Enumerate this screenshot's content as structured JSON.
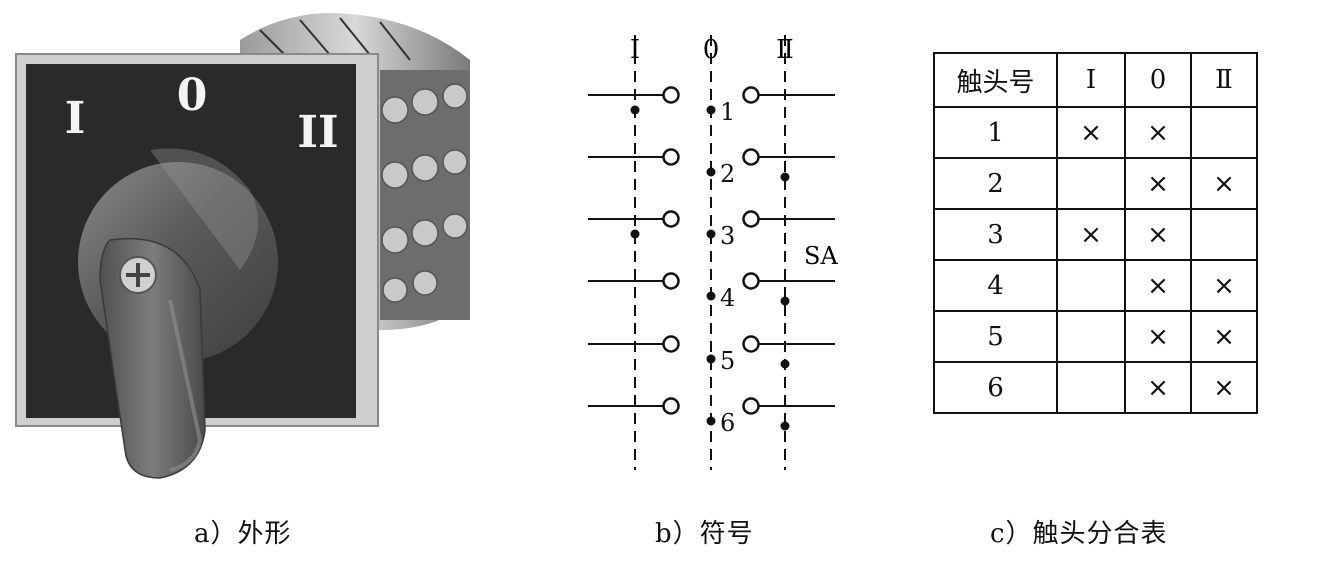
{
  "panel_a": {
    "caption": "a）外形",
    "dial_labels": {
      "left": "I",
      "center": "0",
      "right": "II"
    }
  },
  "panel_b": {
    "caption": "b）符号",
    "position_labels": [
      "Ⅰ",
      "0",
      "Ⅱ"
    ],
    "contact_numbers": [
      "1",
      "2",
      "3",
      "4",
      "5",
      "6"
    ],
    "device_label": "SA"
  },
  "panel_c": {
    "caption": "c）触头分合表",
    "header": [
      "触头号",
      "Ⅰ",
      "0",
      "Ⅱ"
    ],
    "rows": [
      {
        "id": "1",
        "p1": "×",
        "p0": "×",
        "p2": ""
      },
      {
        "id": "2",
        "p1": "",
        "p0": "×",
        "p2": "×"
      },
      {
        "id": "3",
        "p1": "×",
        "p0": "×",
        "p2": ""
      },
      {
        "id": "4",
        "p1": "",
        "p0": "×",
        "p2": "×"
      },
      {
        "id": "5",
        "p1": "",
        "p0": "×",
        "p2": "×"
      },
      {
        "id": "6",
        "p1": "",
        "p0": "×",
        "p2": "×"
      }
    ]
  }
}
